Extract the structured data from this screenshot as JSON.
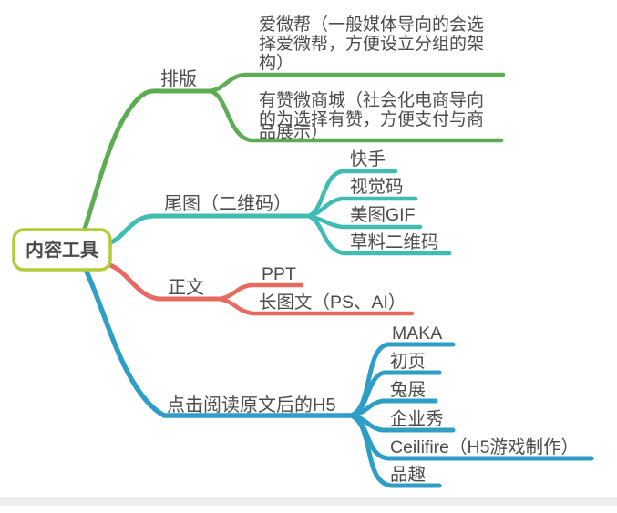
{
  "colors": {
    "background": "#ffffff",
    "text": "#4c4c4c",
    "root_border": "#b3cc38",
    "root_fill": "#ffffff",
    "branch_green": "#5cad52",
    "branch_teal": "#3fbdb3",
    "branch_red": "#e66a60",
    "branch_blue": "#2f9ec6",
    "bottom_shade": "#efefef"
  },
  "root": {
    "label": "内容工具",
    "border_color": "#b3cc38"
  },
  "branches": [
    {
      "label": "排版",
      "color": "#5cad52",
      "children": [
        {
          "label": "爱微帮（一般媒体导向的会选择爱微帮，方便设立分组的架构）",
          "lines": [
            "爱微帮（一般媒体导向的会选",
            "择爱微帮，方便设立分组的架",
            "构）"
          ]
        },
        {
          "label": "有赞微商城（社会化电商导向的为选择有赞，方便支付与商品展示）",
          "lines": [
            "有赞微商城（社会化电商导向",
            "的为选择有赞，方便支付与商",
            "品展示）"
          ]
        }
      ]
    },
    {
      "label": "尾图（二维码）",
      "color": "#3fbdb3",
      "children": [
        {
          "label": "快手"
        },
        {
          "label": "视觉码"
        },
        {
          "label": "美图GIF"
        },
        {
          "label": "草料二维码"
        }
      ]
    },
    {
      "label": "正文",
      "color": "#e66a60",
      "children": [
        {
          "label": "PPT"
        },
        {
          "label": "长图文（PS、AI）"
        }
      ]
    },
    {
      "label": "点击阅读原文后的H5",
      "color": "#2f9ec6",
      "children": [
        {
          "label": "MAKA"
        },
        {
          "label": "初页"
        },
        {
          "label": "兔展"
        },
        {
          "label": "企业秀"
        },
        {
          "label": "Ceilifire（H5游戏制作）"
        },
        {
          "label": "品趣"
        }
      ]
    }
  ]
}
